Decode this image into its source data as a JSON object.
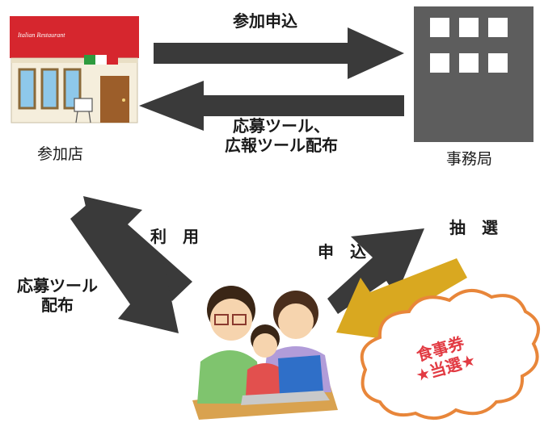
{
  "nodes": {
    "restaurant": {
      "label": "参加店",
      "sign_text": "Italian Restaurant"
    },
    "office": {
      "label": "事務局"
    },
    "family": {}
  },
  "arrows": {
    "apply_participation": {
      "label": "参加申込"
    },
    "distribute_tools": {
      "line1": "応募ツール、",
      "line2": "広報ツール配布"
    },
    "use": {
      "label": "利　用"
    },
    "tool_distribution": {
      "line1": "応募ツール",
      "line2": "配布"
    },
    "apply": {
      "label": "申　込"
    },
    "lottery": {
      "label": "抽　選"
    }
  },
  "prize_cloud": {
    "line1": "食事券",
    "line2": "★当選★"
  },
  "colors": {
    "arrow_dark": "#3a3a3a",
    "arrow_gold": "#d9a820",
    "building": "#5d5d5d",
    "cloud_stroke": "#e8863a",
    "prize_text": "#e23b43"
  }
}
